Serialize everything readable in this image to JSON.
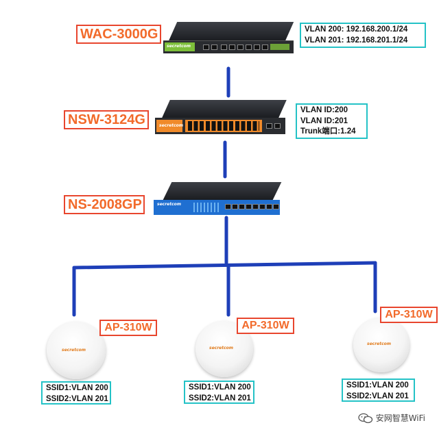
{
  "devices": {
    "controller": {
      "model": "WAC-3000G",
      "vlans": [
        "VLAN 200: 192.168.200.1/24",
        "VLAN 201: 192.168.201.1/24"
      ]
    },
    "core_switch": {
      "model": "NSW-3124G",
      "vlans": [
        "VLAN ID:200",
        "VLAN ID:201",
        "Trunk端口:1.24"
      ]
    },
    "poe_switch": {
      "model": "NS-2008GP"
    },
    "aps": [
      {
        "model": "AP-310W",
        "ssids": [
          "SSID1:VLAN 200",
          "SSID2:VLAN 201"
        ]
      },
      {
        "model": "AP-310W",
        "ssids": [
          "SSID1:VLAN 200",
          "SSID2:VLAN 201"
        ]
      },
      {
        "model": "AP-310W",
        "ssids": [
          "SSID1:VLAN 200",
          "SSID2:VLAN 201"
        ]
      }
    ]
  },
  "brand_text": "secretcom",
  "watermark": "安网智慧WiFi",
  "colors": {
    "link": "#1e3fb8",
    "label_border": "#e8452d",
    "label_text": "#f26a2a",
    "info_border": "#23c2c6",
    "controller_accent": "#7dbf3a",
    "switch_accent": "#f08a2a",
    "poe_accent": "#1f6fd1"
  }
}
